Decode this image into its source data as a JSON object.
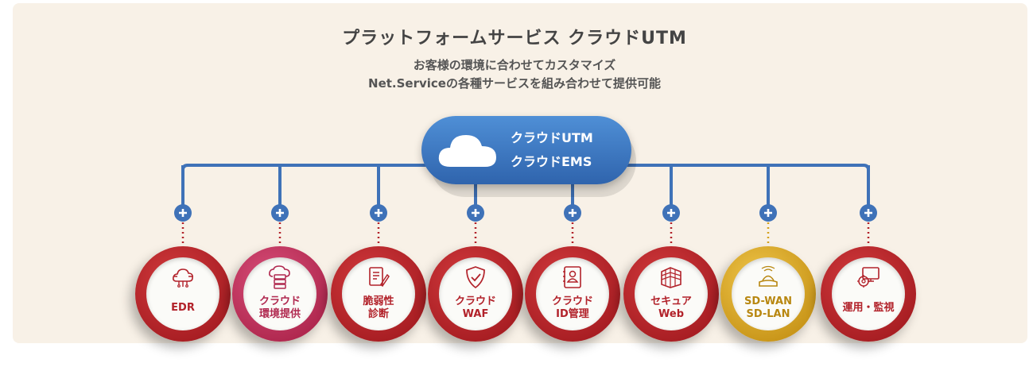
{
  "header": {
    "title": "プラットフォームサービス クラウドUTM",
    "subtitle1": "お客様の環境に合わせてカスタマイズ",
    "subtitle2": "Net.Serviceの各種サービスを組み合わせて提供可能"
  },
  "hub": {
    "line1": "クラウドUTM",
    "line2": "クラウドEMS",
    "icon": "cloud-icon"
  },
  "services": [
    {
      "label1": "EDR",
      "label2": "",
      "icon": "circuit-cloud-icon",
      "color": "#b2222a"
    },
    {
      "label1": "クラウド",
      "label2": "環境提供",
      "icon": "cloud-server-icon",
      "color": "#b0284f"
    },
    {
      "label1": "脆弱性",
      "label2": "診断",
      "icon": "document-edit-icon",
      "color": "#b2222a"
    },
    {
      "label1": "クラウド",
      "label2": "WAF",
      "icon": "shield-check-icon",
      "color": "#b2222a"
    },
    {
      "label1": "クラウド",
      "label2": "ID管理",
      "icon": "id-card-icon",
      "color": "#b2222a"
    },
    {
      "label1": "セキュア",
      "label2": "Web",
      "icon": "firewall-icon",
      "color": "#b2222a"
    },
    {
      "label1": "SD-WAN",
      "label2": "SD-LAN",
      "icon": "router-icon",
      "color": "#b88710"
    },
    {
      "label1": "運用・監視",
      "label2": "",
      "icon": "monitor-gear-icon",
      "color": "#b2222a"
    }
  ],
  "colors": {
    "connector": "#3f72b8",
    "background": "#f8f1e7",
    "red": "#b2222a",
    "gold": "#d4a21f"
  }
}
